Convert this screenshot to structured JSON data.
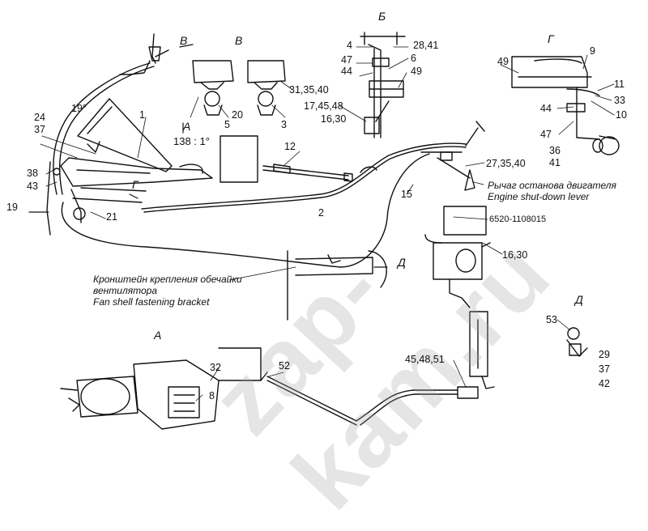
{
  "watermark": "zap-kam.ru",
  "view_titles": {
    "B": "Б",
    "V": "В",
    "G": "Г",
    "D": "Д",
    "A_top": "А",
    "A_bottom": "А"
  },
  "callouts": {
    "c1": "1",
    "c2": "2",
    "c3": "3",
    "c4": "4",
    "c5": "5",
    "c6": "6",
    "c8": "8",
    "c9": "9",
    "c10": "10",
    "c11": "11",
    "c12": "12",
    "c15": "15",
    "c19_deg": "19°",
    "c19b": "19",
    "c20": "20",
    "c21": "21",
    "c24": "24",
    "c32": "32",
    "c33": "33",
    "c36": "36",
    "c37a": "37",
    "c38": "38",
    "c41": "41",
    "c43": "43",
    "c44a": "44",
    "c44b": "44",
    "c47a": "47",
    "c47b": "47",
    "c49a": "49",
    "c49b": "49",
    "c52": "52",
    "c53": "53",
    "c29": "29",
    "c37b": "37",
    "c42": "42",
    "c28_41": "28,41",
    "c31_35_40": "31,35,40",
    "c17_45_48": "17,45,48",
    "c16_30a": "16,30",
    "c27_35_40": "27,35,40",
    "c16_30b": "16,30",
    "c45_48_51": "45,48,51",
    "c6520": "6520-1108015",
    "ratio": "138 : 1°",
    "arrow_V": "В",
    "arrow_B": "Б",
    "arrow_G": "Г",
    "arrow_A": "А",
    "arrow_D": "Д"
  },
  "captions": {
    "shutdown_ru": "Рычаг останова двигателя",
    "shutdown_en": "Engine shut-down lever",
    "fan_ru_1": "Кронштейн крепления обечайки",
    "fan_ru_2": "вентилятора",
    "fan_en": "Fan shell fastening bracket"
  }
}
